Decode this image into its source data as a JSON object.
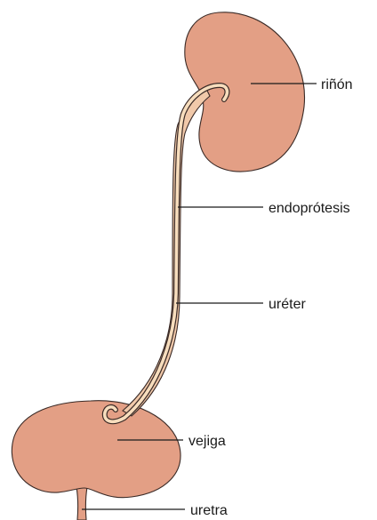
{
  "labels": {
    "kidney": "riñón",
    "stent": "endoprótesis",
    "ureter": "uréter",
    "bladder": "vejiga",
    "urethra": "uretra"
  },
  "colors": {
    "organ_fill": "#e39f85",
    "stent_fill": "#f7ddbd",
    "outline": "#3a2a26"
  }
}
